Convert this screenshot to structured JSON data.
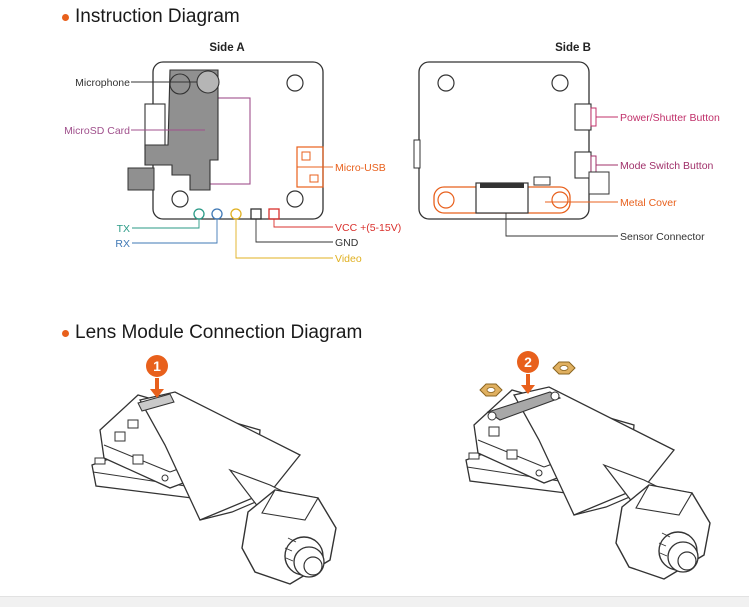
{
  "section1": {
    "title": "Instruction Diagram"
  },
  "section2": {
    "title": "Lens Module Connection Diagram"
  },
  "side_a": {
    "title": "Side A",
    "labels": {
      "microphone": "Microphone",
      "microsd": "MicroSD Card",
      "micro_usb": "Micro-USB",
      "tx": "TX",
      "rx": "RX",
      "vcc": "VCC +(5-15V)",
      "gnd": "GND",
      "video": "Video"
    }
  },
  "side_b": {
    "title": "Side B",
    "labels": {
      "power": "Power/Shutter Button",
      "mode": "Mode Switch Button",
      "metal_cover": "Metal Cover",
      "sensor": "Sensor Connector"
    }
  },
  "steps": {
    "step1": "1",
    "step2": "2"
  },
  "colors": {
    "accent": "#e8601c",
    "microphone": "#333333",
    "microsd": "#a0508c",
    "micro_usb": "#e8601c",
    "tx": "#2a9a86",
    "rx": "#3f78b5",
    "vcc": "#d9302c",
    "gnd": "#333333",
    "video": "#e0b020",
    "power": "#c0306a",
    "mode": "#a0306a",
    "metal_cover": "#e8601c",
    "sensor": "#333333"
  }
}
